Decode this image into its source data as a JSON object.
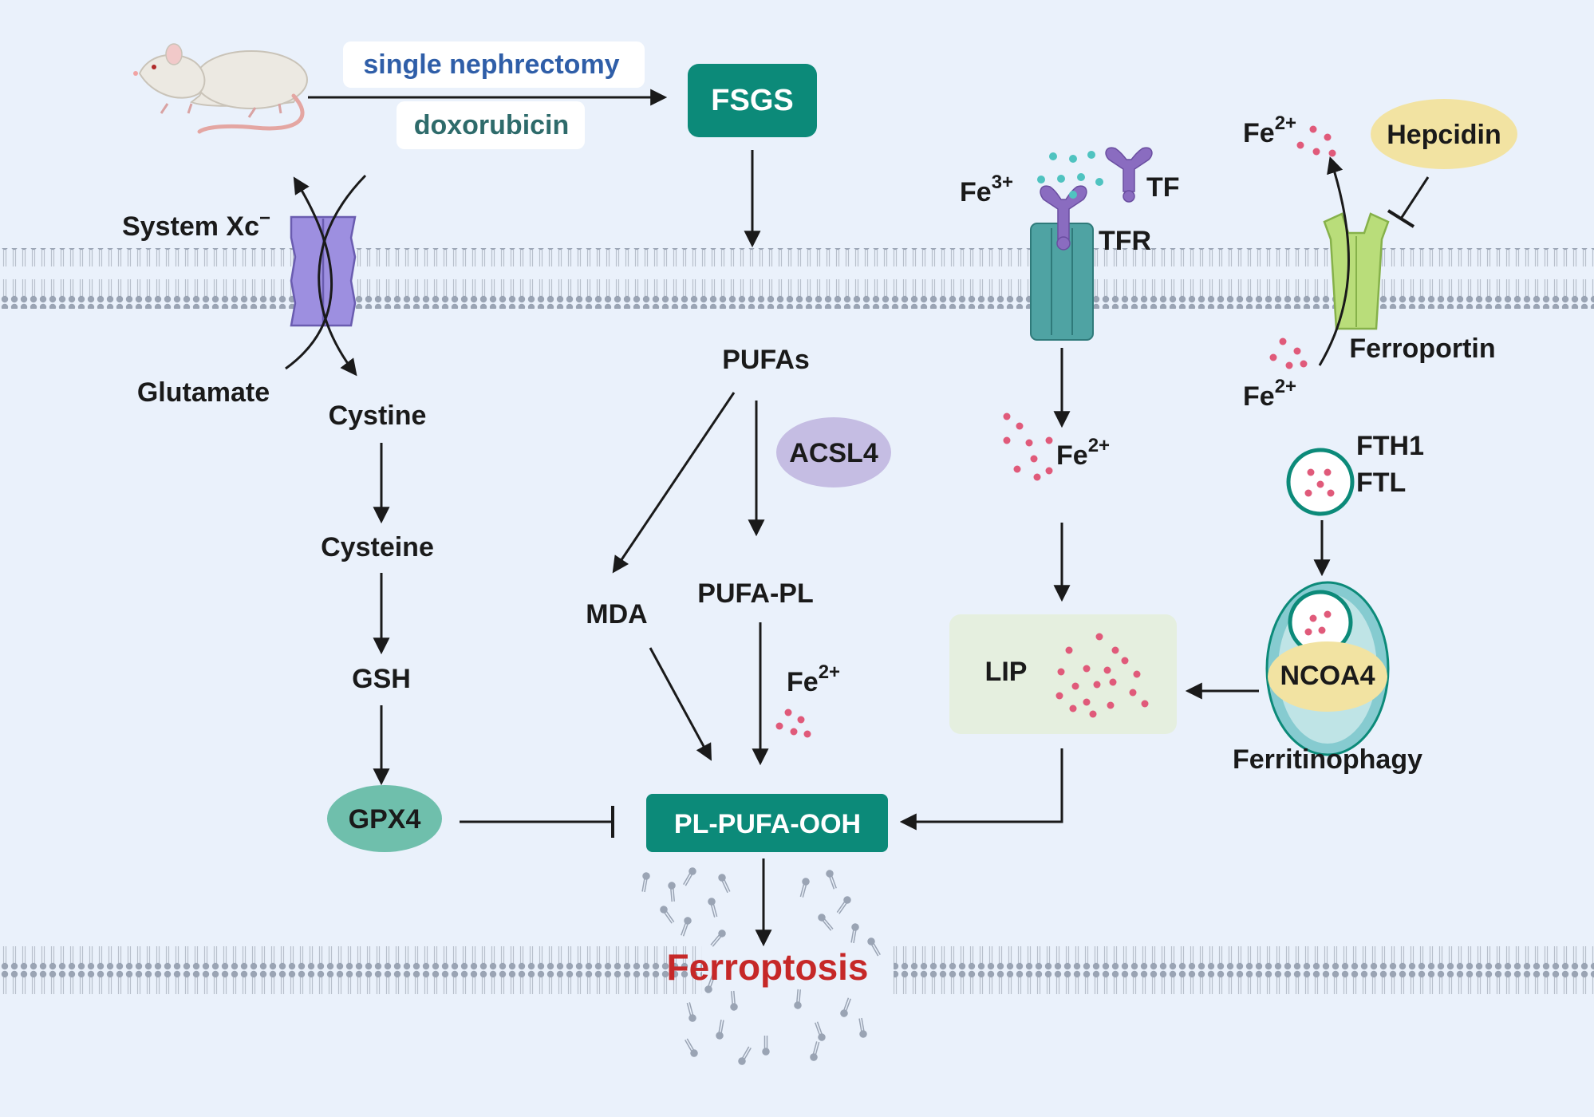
{
  "labels": {
    "treatment_1": "single nephrectomy",
    "treatment_2": "doxorubicin",
    "fsgs": "FSGS",
    "system_xc": "System Xc",
    "system_xc_sup": "−",
    "glutamate": "Glutamate",
    "cystine": "Cystine",
    "cysteine": "Cysteine",
    "gsh": "GSH",
    "gpx4": "GPX4",
    "pufas": "PUFAs",
    "acsl4": "ACSL4",
    "mda": "MDA",
    "pufa_pl": "PUFA-PL",
    "pl_pufa_ooh": "PL-PUFA-OOH",
    "ferroptosis": "Ferroptosis",
    "fe": "Fe",
    "fe2_sup": "2+",
    "fe3_sup": "3+",
    "tf": "TF",
    "tfr": "TFR",
    "hepcidin": "Hepcidin",
    "ferroportin": "Ferroportin",
    "lip": "LIP",
    "fth1": "FTH1",
    "ftl": "FTL",
    "ncoa4": "NCOA4",
    "ferritinophagy": "Ferritinophagy"
  },
  "colors": {
    "background": "#eaf1fb",
    "teal_box": "#0c8a79",
    "gpx4": "#6fbfac",
    "acsl4": "#c5bde3",
    "hepcidin": "#f2e3a2",
    "ferroportin": "#b9dd7a",
    "tfr": "#4fa3a3",
    "system_xc": "#9d8fe0",
    "iron_dot": "#e05a7a",
    "fe3_dot": "#4fc3c0",
    "lip_box": "#e5efdf",
    "ferroptosis": "#c62828",
    "blue_text": "#2f5ea8",
    "teal_text": "#2e6b6b",
    "membrane": "#9aa4b4"
  },
  "icons": [
    "rat-icon",
    "transferrin-icon",
    "vesicle-icon",
    "autophagosome-icon"
  ]
}
